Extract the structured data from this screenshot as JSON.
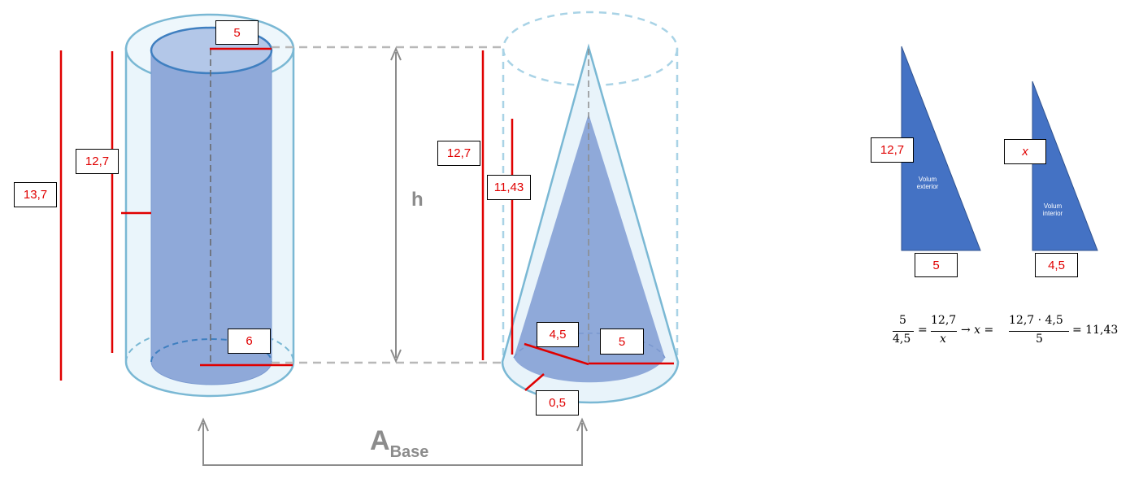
{
  "labels": {
    "total_height": "13,7",
    "cylinder_inner_height": "12,7",
    "cylinder_top_radius": "5",
    "cylinder_base_radius": "6",
    "cone_height": "12,7",
    "cone_inner_height": "11,43",
    "cone_inner_radius": "4,5",
    "cone_outer_radius": "5",
    "wall_thickness": "0,5"
  },
  "h_label": "h",
  "abase_main": "A",
  "abase_sub": "Base",
  "triangles": {
    "exterior": {
      "height": "12,7",
      "base": "5",
      "caption_line1": "Volum",
      "caption_line2": "exterior"
    },
    "interior": {
      "height": "x",
      "base": "4,5",
      "caption_line1": "Volum",
      "caption_line2": "interior"
    }
  },
  "formula": {
    "f1_num": "5",
    "f1_den": "4,5",
    "eq1": "=",
    "f2_num": "12,7",
    "f2_den": "x",
    "arrow": "→ x =",
    "f3_num": "12,7 · 4,5",
    "f3_den": "5",
    "result": "= 11,43"
  },
  "colors": {
    "red": "#e00000",
    "inner_blue": "#8fa9d9",
    "outer_light": "#eaf5fb",
    "outline_blue": "#7ab8d4",
    "triangle_blue": "#4472c4",
    "gray": "#8c8c8c"
  }
}
